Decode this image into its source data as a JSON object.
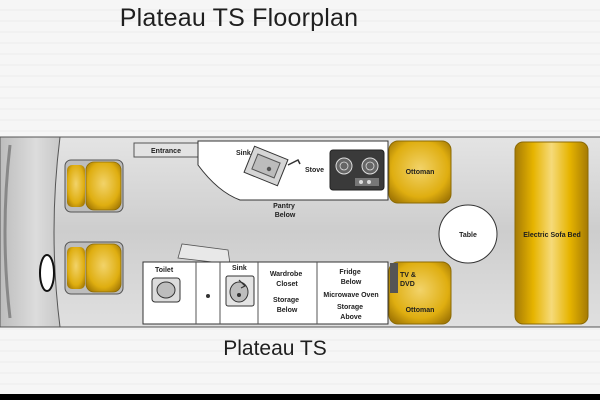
{
  "title": "Plateau TS Floorplan",
  "subtitle": "Plateau TS",
  "labels": {
    "entrance": "Entrance",
    "sink_top": "Sink",
    "stove": "Stove",
    "pantry": [
      "Pantry",
      "Below"
    ],
    "ottoman_top": "Ottoman",
    "table": "Table",
    "sofa": "Electric Sofa Bed",
    "toilet": "Toilet",
    "sink_bottom": "Sink",
    "wardrobe": [
      "Wardrobe",
      "Closet"
    ],
    "storage_below": [
      "Storage",
      "Below"
    ],
    "fridge": [
      "Fridge",
      "Below"
    ],
    "microwave": "Microwave Oven",
    "storage_above": [
      "Storage",
      "Above"
    ],
    "tv": [
      "TV &",
      "DVD"
    ],
    "ottoman_bottom": "Ottoman"
  },
  "colors": {
    "upholstery": "#e6b400",
    "upholstery_dark": "#a57a05",
    "floor": "#cfcfcf",
    "outline": "#333333"
  }
}
